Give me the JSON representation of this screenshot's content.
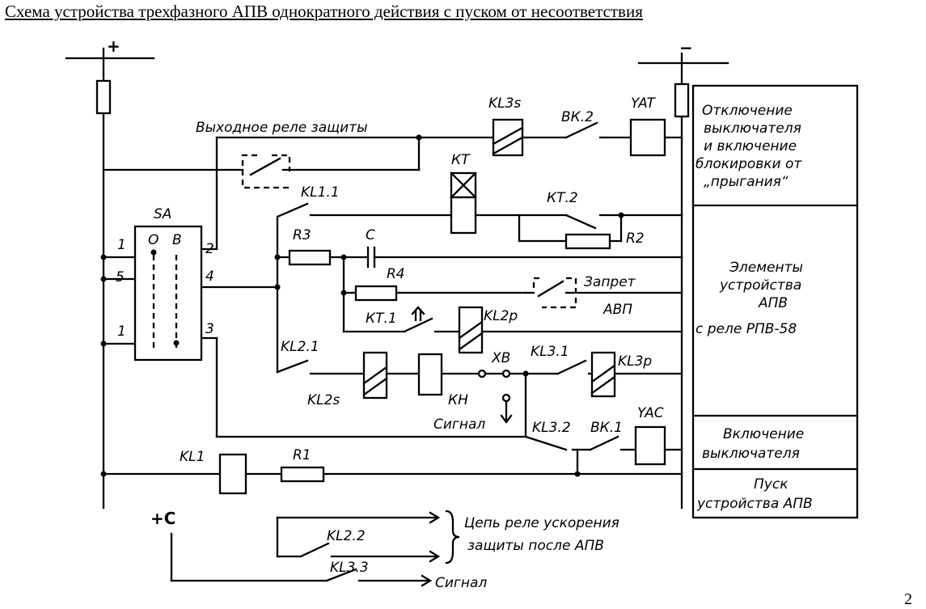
{
  "title": "Схема устройства трехфазного АПВ однократного действия с пуском от несоответствия",
  "page_number": "2",
  "buses": {
    "plus": "+",
    "minus": "−",
    "plus_c": "+С"
  },
  "labels": {
    "out_relay": "Выходное реле защиты",
    "KL3s": "KL3s",
    "VK2": "ВК.2",
    "YAT": "YAT",
    "KT": "КТ",
    "KT2": "КТ.2",
    "KL1_1": "KL1.1",
    "SA": "SA",
    "SA_O": "О",
    "SA_B": "В",
    "pin1a": "1",
    "pin5": "5",
    "pin1b": "1",
    "pin2": "2",
    "pin4": "4",
    "pin3": "3",
    "R3": "R3",
    "C": "C",
    "R4": "R4",
    "R2": "R2",
    "zapret1": "Запрет",
    "zapret2": "АВП",
    "KT1": "КТ.1",
    "KL2p": "KL2р",
    "KL2_1": "KL2.1",
    "XB": "ХВ",
    "KL3_1": "KL3.1",
    "KL3p": "KL3р",
    "KL2s": "KL2s",
    "KH": "КН",
    "signal": "Сигнал",
    "KL3_2": "KL3.2",
    "VK1": "ВК.1",
    "YAC": "YAC",
    "KL1": "KL1",
    "R1": "R1",
    "KL2_2": "KL2.2",
    "KL3_3": "KL3.3",
    "signal2": "Сигнал",
    "uskor1": "Цепь реле ускорения",
    "uskor2": "защиты после АПВ"
  },
  "side_panel": {
    "block1": [
      "Отключение",
      "выключателя",
      "и включение",
      "блокировки от",
      "„прыгания“"
    ],
    "block2": [
      "Элементы",
      "устройства",
      "АПВ",
      "с реле   РПВ-58"
    ],
    "block3": [
      "Включение",
      "выключателя"
    ],
    "block4": [
      "Пуск",
      "устройства АПВ"
    ]
  }
}
